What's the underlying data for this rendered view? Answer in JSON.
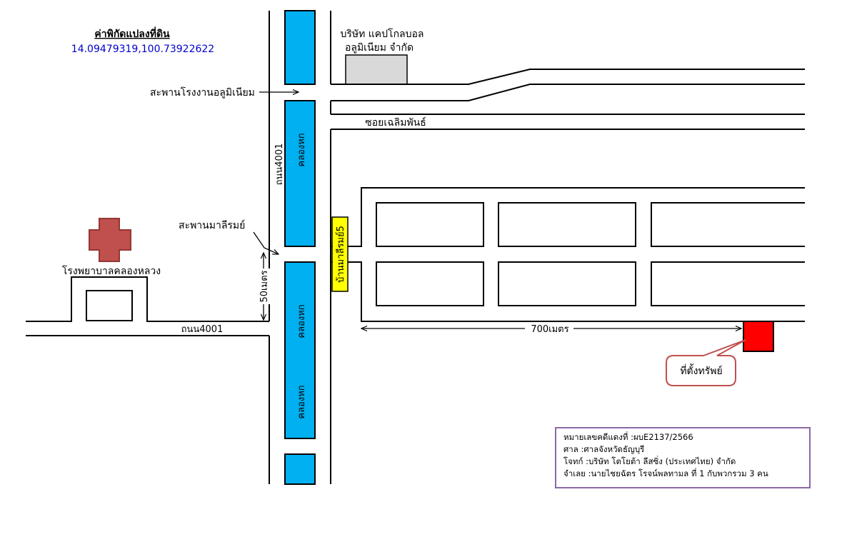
{
  "coordinates": {
    "title": "ค่าพิกัดแปลงที่ดิน",
    "value": "14.09479319,100.73922622"
  },
  "labels": {
    "company": [
      "บริษัท แคปโกลบอล",
      "อลูมิเนียม จำกัด"
    ],
    "aluminium_bridge": "สะพานโรงงานอลูมิเนียม",
    "soi": "ซอยเฉลิมพันธ์",
    "road_vertical": "ถนน4001",
    "road_horizontal": "ถนน4001",
    "canal": "คลองหก",
    "mali_bridge": "สะพานมาลีรมย์",
    "hospital": "โรงพยาบาลคลองหลวง",
    "distance_50": "50เมตร",
    "village": "บ้านมาลีรมย์5",
    "distance_700": "700เมตร",
    "property": "ที่ตั้งทรัพย์"
  },
  "info": {
    "case_no": "หมายเลขคดีแดงที่ :ผบE2137/2566",
    "court": "ศาล :ศาลจังหวัดธัญบุรี",
    "plaintiff": "โจทก์ :บริษัท โตโยต้า ลีสซิ่ง (ประเทศไทย) จำกัด",
    "defendant": "จำเลย :นายไชยฉัตร โรจน์พลทามล ที่ 1 กับพวกรวม 3 คน"
  },
  "colors": {
    "canal": "#00b0f0",
    "property": "#ff0000",
    "hospital_cross": "#c0504d",
    "village_sign": "#ffff00",
    "coord_text": "#0000cc",
    "info_border": "#8c68a6",
    "callout_border": "#c0504d"
  }
}
